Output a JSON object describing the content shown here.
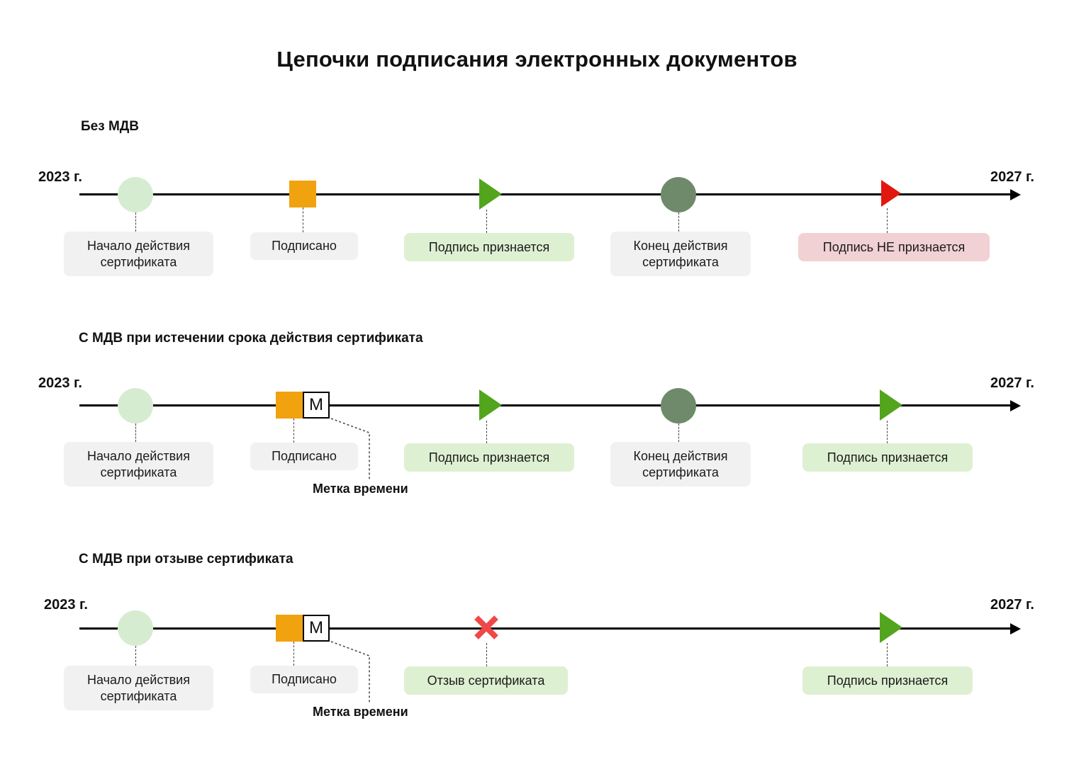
{
  "title": "Цепочки подписания электронных документов",
  "colors": {
    "line": "#000000",
    "light_green": "#d6ecd0",
    "dark_green": "#6e8a6a",
    "orange": "#f1a20f",
    "green_marker": "#52a51c",
    "red_marker": "#e1180f",
    "x_red": "#f04848",
    "label_gray": "#f1f1f1",
    "label_green": "#def0d2",
    "label_pink": "#f1d1d3"
  },
  "sections": [
    {
      "title": "Без МДВ",
      "start_year": "2023 г.",
      "end_year": "2027 г.",
      "events": [
        {
          "marker": "circle-light",
          "label": "Начало действия\nсертификата",
          "style": "gray"
        },
        {
          "marker": "square",
          "label": "Подписано",
          "style": "gray"
        },
        {
          "marker": "triangle-green",
          "label": "Подпись признается",
          "style": "green"
        },
        {
          "marker": "circle-dark",
          "label": "Конец действия\nсертификата",
          "style": "gray"
        },
        {
          "marker": "triangle-red",
          "label": "Подпись НЕ признается",
          "style": "pink"
        }
      ]
    },
    {
      "title": "С МДВ при истечении срока действия сертификата",
      "start_year": "2023 г.",
      "end_year": "2027 г.",
      "timestamp_letter": "М",
      "timestamp_label": "Метка времени",
      "events": [
        {
          "marker": "circle-light",
          "label": "Начало действия\nсертификата",
          "style": "gray"
        },
        {
          "marker": "square-with-timestamp",
          "label": "Подписано",
          "style": "gray"
        },
        {
          "marker": "triangle-green",
          "label": "Подпись признается",
          "style": "green"
        },
        {
          "marker": "circle-dark",
          "label": "Конец действия\nсертификата",
          "style": "gray"
        },
        {
          "marker": "triangle-green",
          "label": "Подпись признается",
          "style": "green"
        }
      ]
    },
    {
      "title": "С МДВ при отзыве сертификата",
      "start_year": "2023 г.",
      "end_year": "2027 г.",
      "timestamp_letter": "М",
      "timestamp_label": "Метка времени",
      "events": [
        {
          "marker": "circle-light",
          "label": "Начало действия\nсертификата",
          "style": "gray"
        },
        {
          "marker": "square-with-timestamp",
          "label": "Подписано",
          "style": "gray"
        },
        {
          "marker": "x-red",
          "label": "Отзыв сертификата",
          "style": "green"
        },
        {
          "marker": "triangle-green",
          "label": "Подпись признается",
          "style": "green"
        }
      ]
    }
  ]
}
